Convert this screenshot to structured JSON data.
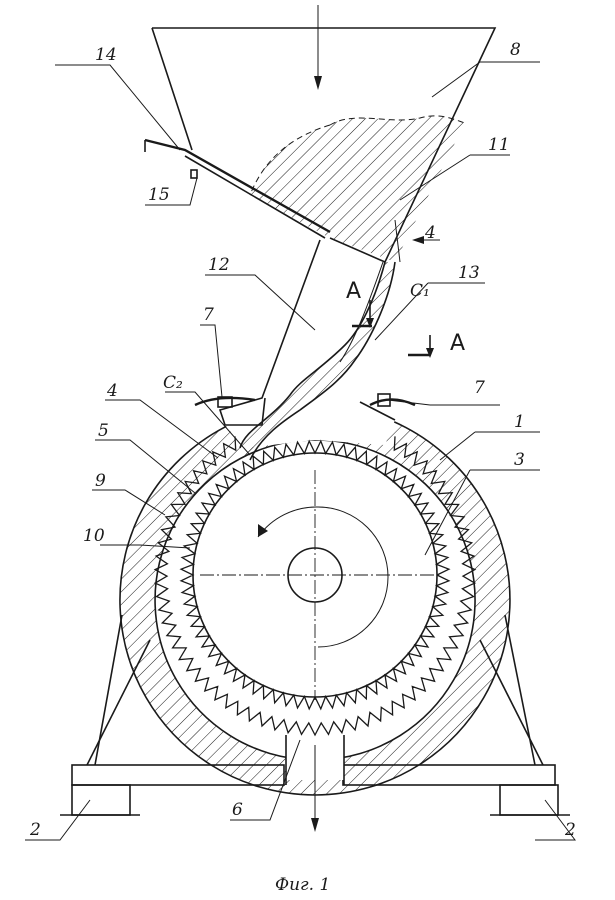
{
  "figure": {
    "caption": "Фиг. 1",
    "labels": {
      "l1": "1",
      "l2a": "2",
      "l2b": "2",
      "l3": "3",
      "l4a": "4",
      "l4b": "4",
      "l5": "5",
      "l6": "6",
      "l7a": "7",
      "l7b": "7",
      "l8": "8",
      "l9": "9",
      "l10": "10",
      "l11": "11",
      "l12": "12",
      "l13": "13",
      "l14": "14",
      "l15": "15",
      "c1": "C₁",
      "c2": "C₂",
      "secA1": "A",
      "secA2": "A"
    }
  }
}
